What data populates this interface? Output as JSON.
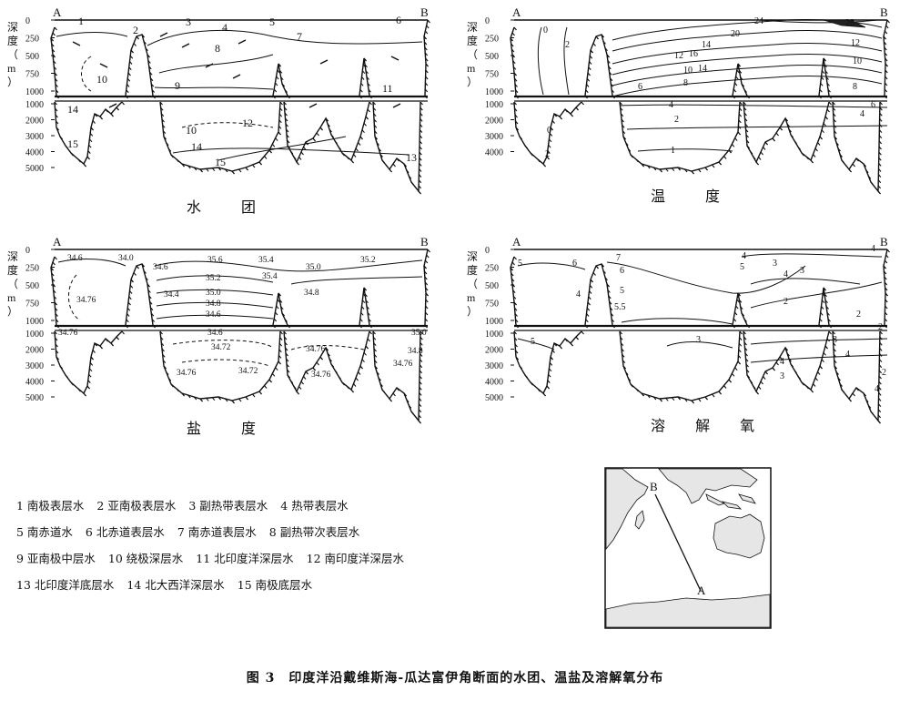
{
  "panels": [
    {
      "title": "水　团",
      "y_axis_label": [
        "深",
        "度",
        "（",
        "m",
        "）"
      ],
      "end_left": "A",
      "end_right": "B",
      "upper_ticks": [
        "0",
        "250",
        "500",
        "750",
        "1000"
      ],
      "lower_ticks": [
        "1000",
        "2000",
        "3000",
        "4000",
        "5000"
      ],
      "labels": [
        "1",
        "2",
        "3",
        "4",
        "5",
        "6",
        "7",
        "8",
        "9",
        "10",
        "11",
        "10",
        "12",
        "14",
        "15",
        "13",
        "14",
        "15"
      ]
    },
    {
      "title": "温　度",
      "y_axis_label": [
        "深",
        "度",
        "（",
        "m",
        "）"
      ],
      "end_left": "A",
      "end_right": "B",
      "upper_ticks": [
        "0",
        "250",
        "500",
        "750",
        "1000"
      ],
      "lower_ticks": [
        "1000",
        "2000",
        "3000",
        "4000"
      ],
      "labels": [
        "0",
        "2",
        "24",
        "28",
        "20",
        "12",
        "14",
        "16",
        "12",
        "14",
        "10",
        "10",
        "8",
        "8",
        "6",
        "4",
        "6",
        "4",
        "0",
        "2",
        "1",
        "2"
      ]
    },
    {
      "title": "盐　度",
      "y_axis_label": [
        "深",
        "度",
        "（",
        "m",
        "）"
      ],
      "end_left": "A",
      "end_right": "B",
      "upper_ticks": [
        "0",
        "250",
        "500",
        "750",
        "1000"
      ],
      "lower_ticks": [
        "1000",
        "2000",
        "3000",
        "4000",
        "5000"
      ],
      "labels": [
        "34.6",
        "34.0",
        "34.6",
        "35.6",
        "35.4",
        "35.2",
        "35.4",
        "35.2",
        "35.0",
        "34.4",
        "35.0",
        "34.8",
        "34.6",
        "34.76",
        "34.8",
        "34.76",
        "34.6",
        "34.72",
        "34.76",
        "34.72",
        "34.76",
        "35.0",
        "34.8",
        "34.76",
        "34.76"
      ]
    },
    {
      "title": "溶 解 氧",
      "y_axis_label": [
        "深",
        "度",
        "（",
        "m",
        "）"
      ],
      "end_left": "A",
      "end_right": "B",
      "upper_ticks": [
        "0",
        "250",
        "500",
        "750",
        "1000"
      ],
      "lower_ticks": [
        "1000",
        "2000",
        "3000",
        "4000",
        "5000"
      ],
      "labels": [
        "5",
        "6",
        "7",
        "6",
        "4",
        "5",
        "5.5",
        "4",
        "5",
        "4",
        "3",
        "3",
        "4",
        "2",
        "2",
        "2",
        "3",
        "4",
        "5",
        "3",
        "4",
        "2",
        "3",
        "4"
      ]
    }
  ],
  "legend": [
    [
      "1 南极表层水",
      "2 亚南极表层水",
      "3 副热带表层水",
      "4 热带表层水"
    ],
    [
      "5 南赤道水",
      "6 北赤道表层水",
      "7 南赤道表层水",
      "8 副热带次表层水"
    ],
    [
      "9 亚南极中层水",
      "10 绕极深层水",
      "11 北印度洋深层水",
      "12 南印度洋深层水"
    ],
    [
      "13 北印度洋底层水",
      "14 北大西洋深层水",
      "15 南极底层水"
    ]
  ],
  "map": {
    "label_b": "B",
    "label_a": "A"
  },
  "caption": "图 3　印度洋沿戴维斯海-瓜达富伊角断面的水团、温盐及溶解氧分布"
}
